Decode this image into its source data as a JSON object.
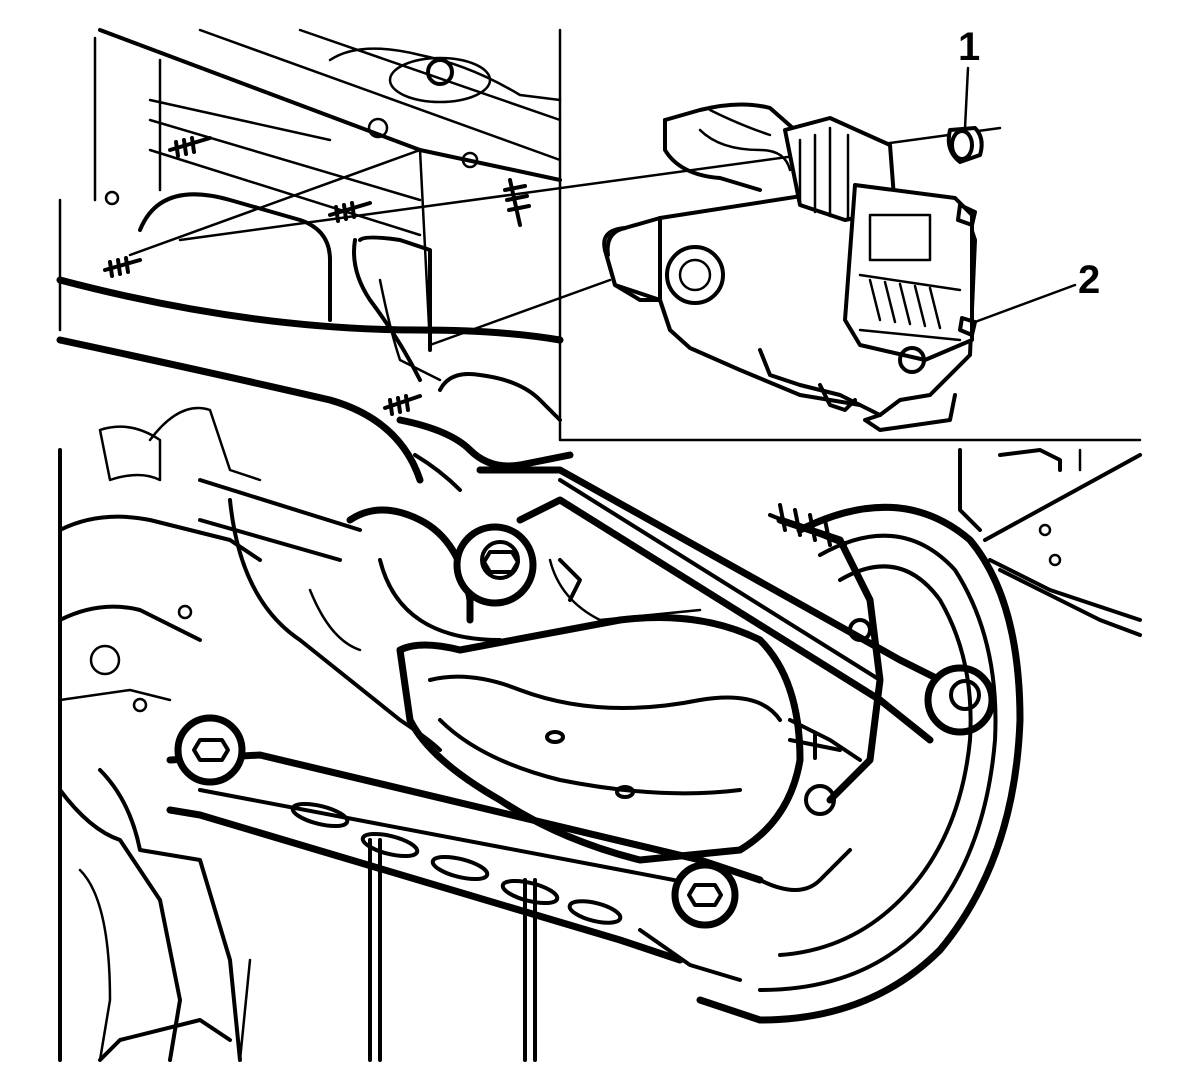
{
  "diagram": {
    "callouts": [
      {
        "id": "1",
        "label": "1",
        "part": "nut"
      },
      {
        "id": "2",
        "label": "2",
        "part": "control-module"
      }
    ],
    "colors": {
      "line": "#000000",
      "background": "#ffffff"
    }
  }
}
